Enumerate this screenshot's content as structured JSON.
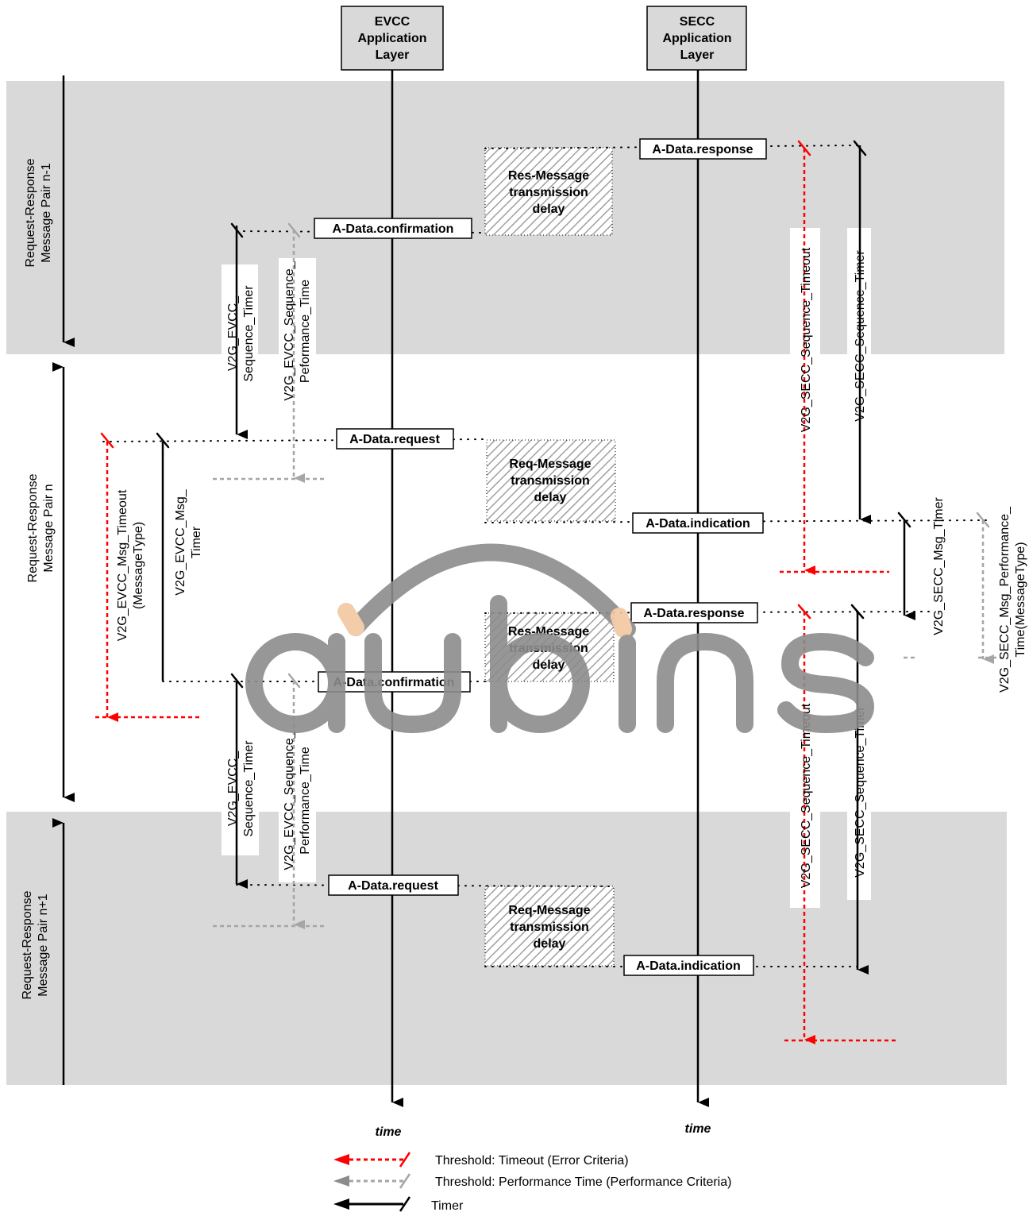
{
  "lanes": {
    "evcc": {
      "title": [
        "EVCC",
        "Application",
        "Layer"
      ],
      "time_label": "time"
    },
    "secc": {
      "title": [
        "SECC",
        "Application",
        "Layer"
      ],
      "time_label": "time"
    }
  },
  "pairs": {
    "prev": [
      "Request-Response",
      "Message Pair n-1"
    ],
    "cur": [
      "Request-Response",
      "Message Pair n"
    ],
    "next": [
      "Request-Response",
      "Message Pair n+1"
    ]
  },
  "messages": {
    "a_response_1": "A-Data.response",
    "a_confirmation_1": "A-Data.confirmation",
    "a_request_1": "A-Data.request",
    "a_indication_1": "A-Data.indication",
    "a_response_2": "A-Data.response",
    "a_confirmation_2": "A-Data.confirmation",
    "a_request_2": "A-Data.request",
    "a_indication_2": "A-Data.indication"
  },
  "delays": {
    "res_1": [
      "Res-Message",
      "transmission",
      "delay"
    ],
    "req_1": [
      "Req-Message",
      "transmission",
      "delay"
    ],
    "res_2": [
      "Res-Message",
      "transmission",
      "delay"
    ],
    "req_2": [
      "Req-Message",
      "transmission",
      "delay"
    ]
  },
  "timers": {
    "evcc_seq_timer": [
      "V2G_EVCC_",
      "Sequence_Timer"
    ],
    "evcc_seq_perf": [
      "V2G_EVCC_Sequence_",
      "Peformance_Time"
    ],
    "secc_seq_timeout": [
      "V2G_SECC_Sequence_Timeout"
    ],
    "secc_seq_timer": [
      "V2G_SECC_Sequence_Timer"
    ],
    "evcc_msg_timeout": [
      "V2G_EVCC_Msg_Timeout",
      "(MessageType)"
    ],
    "evcc_msg_timer": [
      "V2G_EVCC_Msg_",
      "Timer"
    ],
    "secc_msg_timer": [
      "V2G_SECC_Msg_Timer"
    ],
    "secc_msg_perf": [
      "V2G_SECC_Msg_Performance_",
      "Time(MessageType)"
    ],
    "evcc_seq_timer_2": [
      "V2G_EVCC_",
      "Sequence_Timer"
    ],
    "evcc_seq_perf_2": [
      "V2G_EVCC_Sequence_",
      "Performance_Time"
    ],
    "secc_seq_timeout_2": [
      "V2G_SECC_Sequence_Timeout"
    ],
    "secc_seq_timer_2": [
      "V2G_SECC_Sequence_Timer"
    ]
  },
  "legend": {
    "timeout": "Threshold: Timeout (Error Criteria)",
    "performance": "Threshold: Performance Time (Performance Criteria)",
    "timer": "Timer"
  },
  "watermark": "aubins",
  "colors": {
    "band": "#d9d9d9",
    "lane_box": "#d9d9d9",
    "timeout": "#ff0000",
    "performance": "#a6a6a6",
    "timer": "#000000",
    "watermark": "#8c8c8c",
    "watermark_accent": "#f2c7a0"
  }
}
